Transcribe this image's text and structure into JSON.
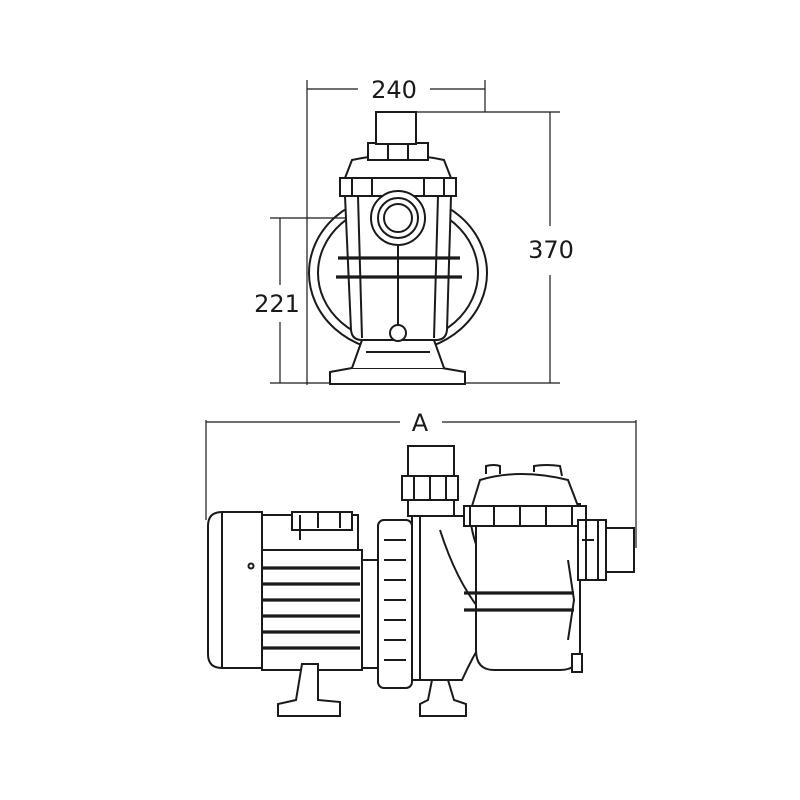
{
  "dimensions": {
    "width": "240",
    "height": "370",
    "axis_height": "221",
    "length": "A"
  }
}
